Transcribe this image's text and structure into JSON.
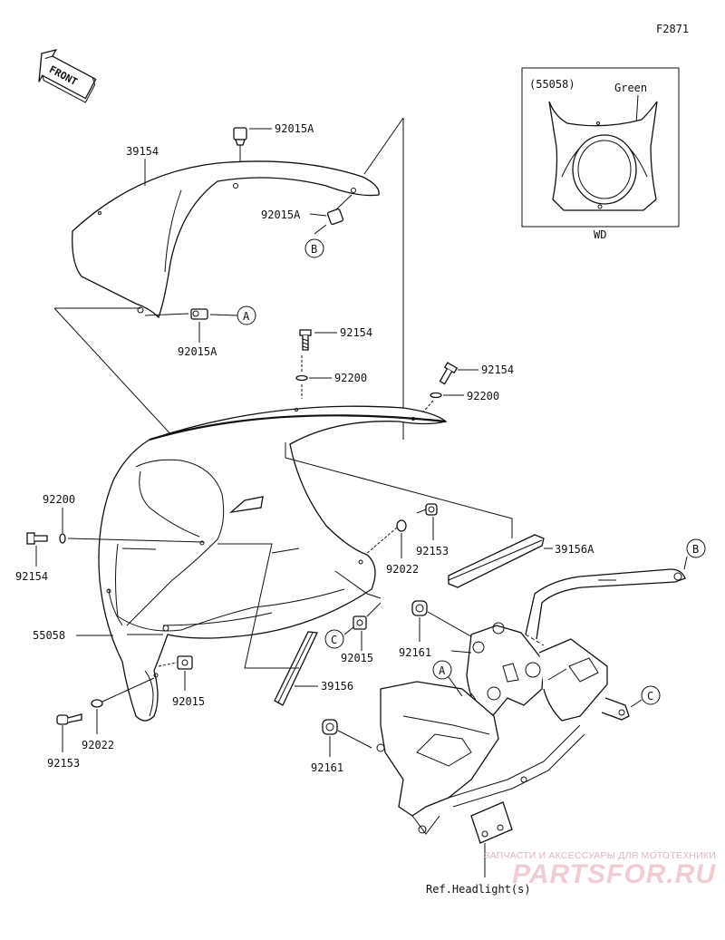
{
  "figure_code": "F2871",
  "front_label": "FRONT",
  "inset": {
    "part_no": "(55058)",
    "color_note": "Green",
    "caption": "WD"
  },
  "labels": {
    "p39154": "39154",
    "p92015A_top": "92015A",
    "p92015A_mid": "92015A",
    "p92015A_low": "92015A",
    "p92154_top": "92154",
    "p92200_top": "92200",
    "p92154_right": "92154",
    "p92200_right": "92200",
    "p92200_left": "92200",
    "p92154_left": "92154",
    "p92153_mid": "92153",
    "p92022_mid": "92022",
    "p39156A": "39156A",
    "p55058": "55058",
    "p92015_mid": "92015",
    "p92161_mid": "92161",
    "p39156": "39156",
    "p92015_low": "92015",
    "p92022_low": "92022",
    "p92153_low": "92153",
    "p92161_low": "92161",
    "ref": "Ref.Headlight(s)"
  },
  "callouts": {
    "a": "A",
    "b": "B",
    "c": "C"
  },
  "watermark": {
    "tagline": "ЗАПЧАСТИ И АКСЕССУАРЫ ДЛЯ МОТОТЕХНИКИ",
    "logo": "PARTSFOR.RU"
  }
}
